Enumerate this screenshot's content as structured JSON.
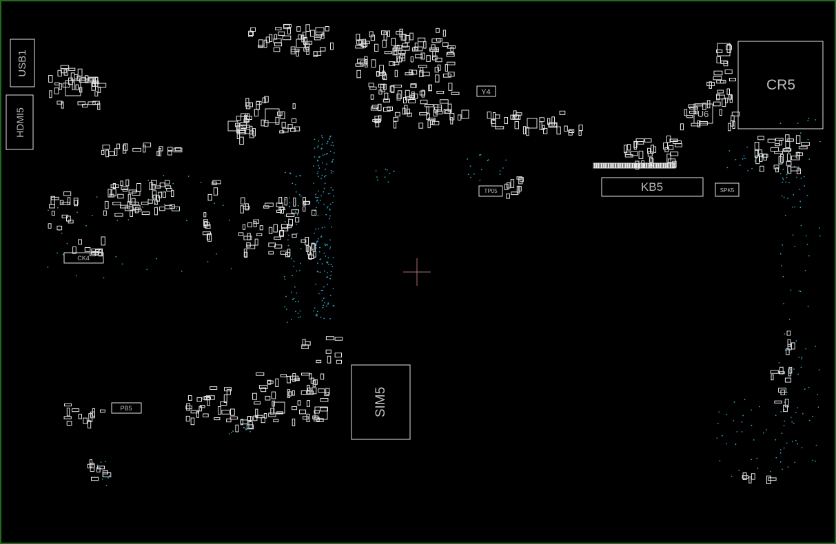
{
  "colors": {
    "background": "#000000",
    "frame": "#1f6b1f",
    "outline": "#e6e6e6",
    "label": "#bdbdbd",
    "via": "#2fa7c9",
    "cursor": "#b07070"
  },
  "components": {
    "usb1": "USB1",
    "hdmi5": "HDMI5",
    "cr5": "CR5",
    "u6": "U6",
    "y4": "Y4",
    "kb5": "KB5",
    "spk5": "SPK5",
    "tp05": "TP05",
    "ck4": "CK4",
    "pb5": "PB5",
    "sim5": "SIM5"
  }
}
